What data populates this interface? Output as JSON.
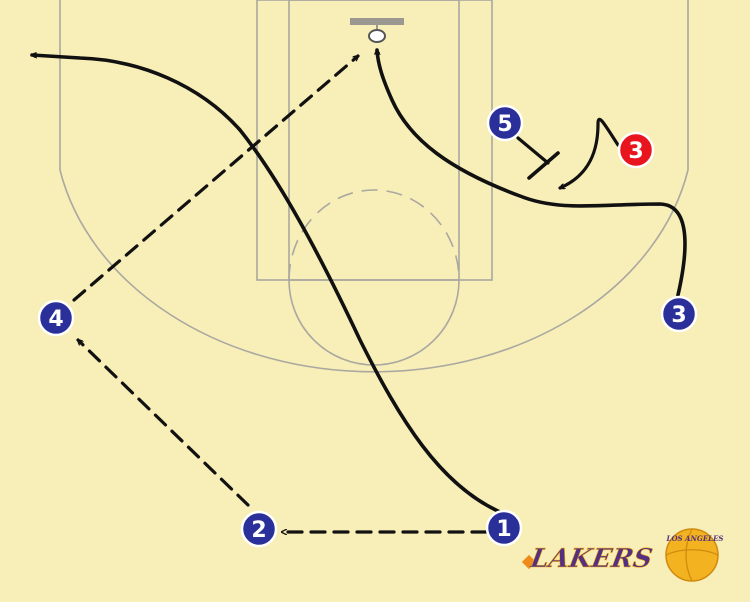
{
  "colors": {
    "court": "#f8eeb8",
    "court_lines": "#aaa8a0",
    "offense": "#2a2f9a",
    "defense": "#e8141e",
    "path": "#111111",
    "ball": "#f08a1a",
    "logo_purple": "#55307e",
    "logo_gold": "#f3b21f"
  },
  "players": {
    "p1": "1",
    "p2": "2",
    "p3_offense": "3",
    "p4": "4",
    "p5": "5",
    "p3_defense": "3"
  },
  "logo": {
    "small_text": "LOS ANGELES",
    "word": "LAKERS"
  },
  "icons": {
    "ball": "ball-icon",
    "logo": "lakers-logo-icon"
  }
}
